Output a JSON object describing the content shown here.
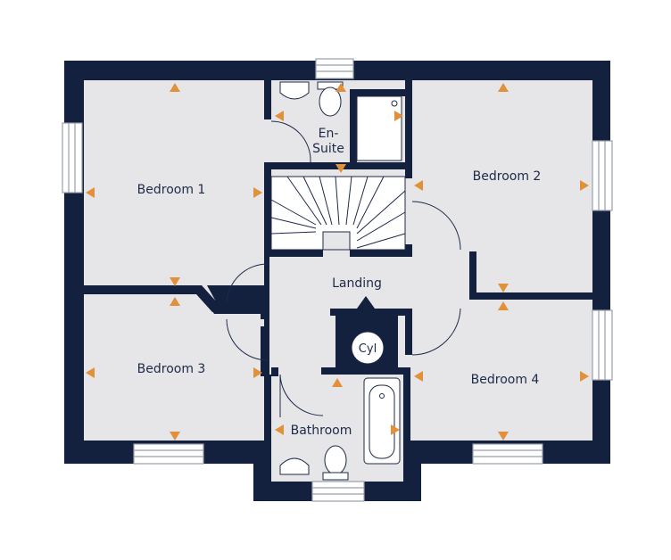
{
  "plan": {
    "rooms": {
      "bedroom1": "Bedroom 1",
      "bedroom2": "Bedroom 2",
      "bedroom3": "Bedroom 3",
      "bedroom4": "Bedroom 4",
      "ensuite_line1": "En-",
      "ensuite_line2": "Suite",
      "landing": "Landing",
      "bathroom": "Bathroom",
      "cylinder": "Cyl"
    },
    "colors": {
      "wall": "#13213f",
      "floor": "#e6e5e7",
      "marker": "#e0913a",
      "fixture_line": "#1e2a4a",
      "window_frame": "#9aa0aa"
    }
  }
}
